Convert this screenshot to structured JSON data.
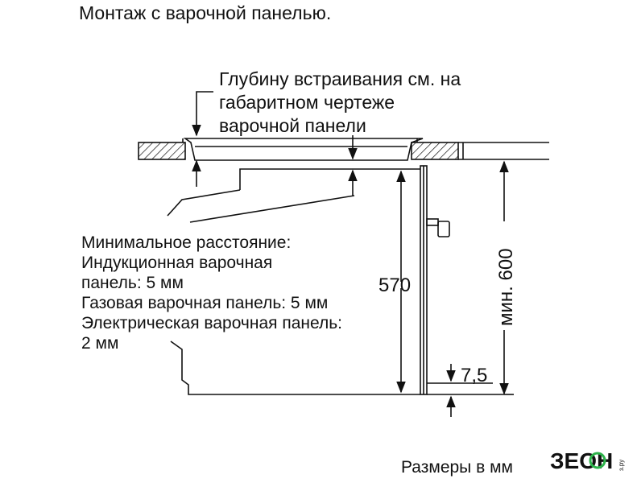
{
  "title": "Монтаж с варочной панелью.",
  "depth_note": [
    "Глубину встраивания см. на",
    "габаритном чертеже",
    "варочной панели"
  ],
  "min_distance": [
    "Минимальное расстояние:",
    "Индукционная варочная",
    "панель: 5 мм",
    "Газовая варочная панель: 5 мм",
    "Электрическая варочная панель:",
    "2 мм"
  ],
  "dimensions": {
    "height_570": "570",
    "min_600": "мин. 600",
    "gap_7_5": "7,5"
  },
  "footer": "Размеры в мм",
  "watermark": {
    "brand": "ЗЕОН",
    "suffix": "з.ру"
  },
  "colors": {
    "line": "#111111",
    "hatch": "#111111",
    "watermark_green": "#2db24a"
  }
}
